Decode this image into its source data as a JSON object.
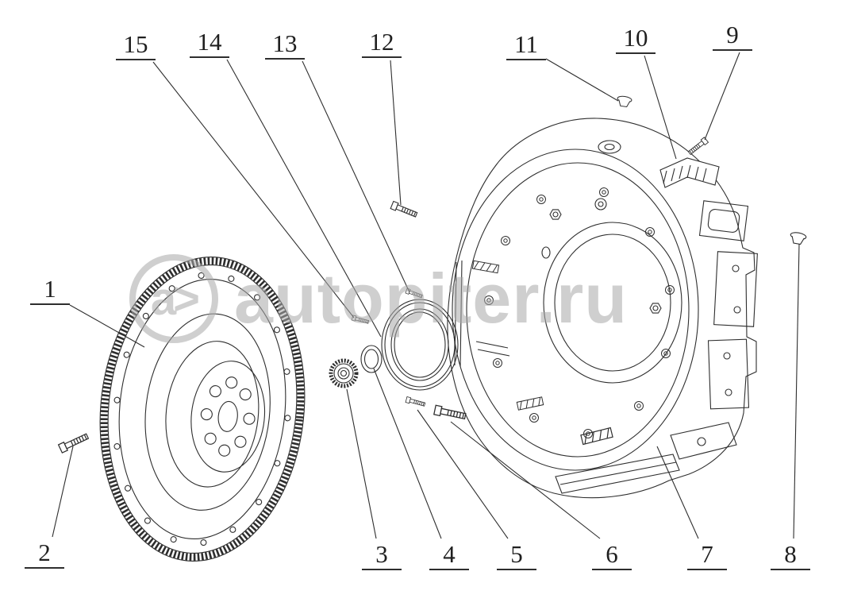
{
  "watermark": {
    "logo": "a>",
    "text": "autopiter.ru"
  },
  "colors": {
    "line": "#2e2e2e",
    "watermark": "#a9a9a9",
    "background": "#ffffff"
  },
  "callouts": [
    {
      "id": 1,
      "label": "1"
    },
    {
      "id": 2,
      "label": "2"
    },
    {
      "id": 3,
      "label": "3"
    },
    {
      "id": 4,
      "label": "4"
    },
    {
      "id": 5,
      "label": "5"
    },
    {
      "id": 6,
      "label": "6"
    },
    {
      "id": 7,
      "label": "7"
    },
    {
      "id": 8,
      "label": "8"
    },
    {
      "id": 9,
      "label": "9"
    },
    {
      "id": 10,
      "label": "10"
    },
    {
      "id": 11,
      "label": "11"
    },
    {
      "id": 12,
      "label": "12"
    },
    {
      "id": 13,
      "label": "13"
    },
    {
      "id": 14,
      "label": "14"
    },
    {
      "id": 15,
      "label": "15"
    }
  ]
}
